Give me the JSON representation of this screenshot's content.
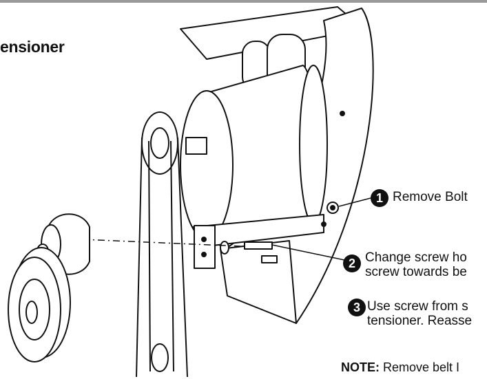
{
  "title": "ensioner",
  "steps": [
    {
      "number": "1",
      "lines": [
        "Remove Bolt"
      ]
    },
    {
      "number": "2",
      "lines": [
        "Change screw ho",
        "screw towards be"
      ]
    },
    {
      "number": "3",
      "lines": [
        "Use screw from s",
        "tensioner. Reasse"
      ]
    }
  ],
  "note": {
    "label": "NOTE:",
    "text": " Remove belt I"
  },
  "colors": {
    "ink": "#111111",
    "badge_fill": "#111111",
    "rule": "#9a9a9a"
  }
}
